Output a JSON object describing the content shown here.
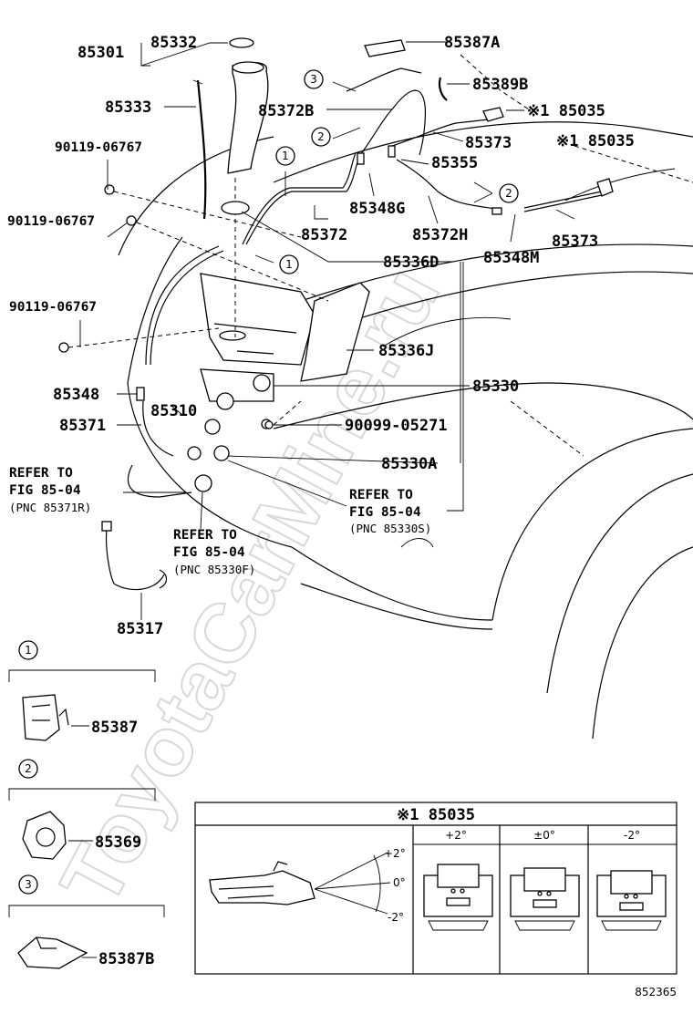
{
  "watermark": "ToyotaCarMine.ru",
  "callouts": {
    "c1_a": "1",
    "c1_b": "1",
    "c2_a": "2",
    "c2_b": "2",
    "c3_a": "3"
  },
  "labels": {
    "p85301": "85301",
    "p85332": "85332",
    "p85333": "85333",
    "p90119a": "90119-06767",
    "p90119b": "90119-06767",
    "p90119c": "90119-06767",
    "p85348": "85348",
    "p85310": "85310",
    "p85371": "85371",
    "p85317": "85317",
    "p85387A": "85387A",
    "p85389B": "85389B",
    "p85035a": "※1 85035",
    "p85035b": "※1 85035",
    "p85372B": "85372B",
    "p85373a": "85373",
    "p85373b": "85373",
    "p85355": "85355",
    "p85348G": "85348G",
    "p85372": "85372",
    "p85372H": "85372H",
    "p85348M": "85348M",
    "p85336D": "85336D",
    "p85336J": "85336J",
    "p85330": "85330",
    "p90099": "90099-05271",
    "p85330A": "85330A"
  },
  "refers": {
    "r1": [
      "REFER TO",
      "FIG 85-04",
      "(PNC 85371R)"
    ],
    "r2": [
      "REFER TO",
      "FIG 85-04",
      "(PNC 85330F)"
    ],
    "r3": [
      "REFER TO",
      "FIG 85-04",
      "(PNC 85330S)"
    ]
  },
  "legend": {
    "n1": "1",
    "n1_part": "85387",
    "n2": "2",
    "n2_part": "85369",
    "n3": "3",
    "n3_part": "85387B"
  },
  "detail": {
    "title": "※1 85035",
    "columns": [
      "+2°",
      "±0°",
      "-2°"
    ],
    "angle_top": "+2°",
    "angle_mid": "0°",
    "angle_bot": "-2°"
  },
  "figure_number": "852365"
}
